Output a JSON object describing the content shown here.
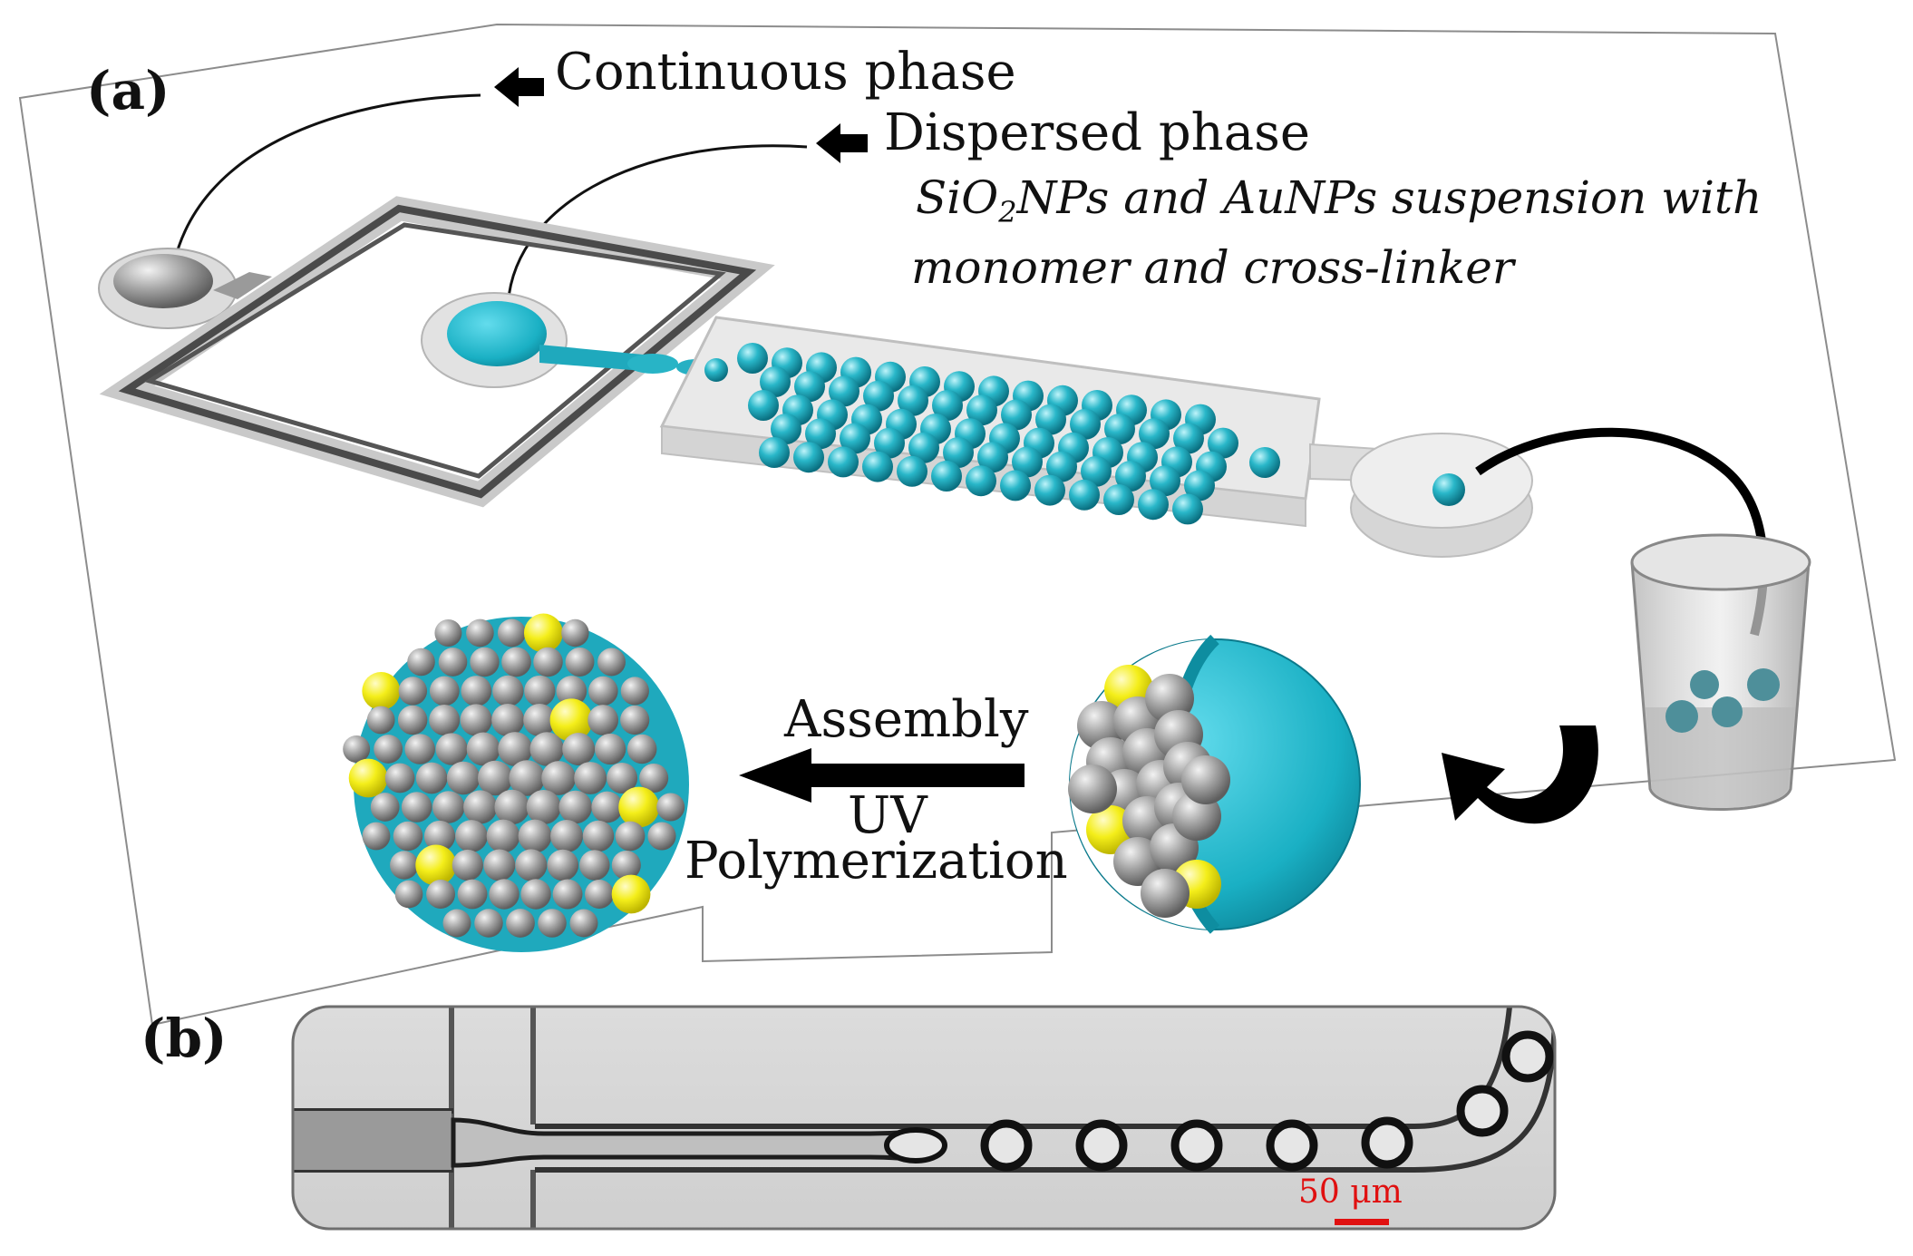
{
  "panel_a": {
    "label": "(a)",
    "continuous_phase": "Continuous phase",
    "dispersed_phase": "Dispersed phase",
    "suspension_line1_pre": "SiO",
    "suspension_line1_sub": "2",
    "suspension_line1_post": "NPs and AuNPs suspension with",
    "suspension_line2": "monomer and cross-linker",
    "assembly": "Assembly",
    "uv": "UV",
    "polymerization": "Polymerization"
  },
  "panel_b": {
    "label": "(b)",
    "scale_bar": "50 μm",
    "scale_color": "#e01010"
  },
  "colors": {
    "droplet": "#1fa9bd",
    "silica": "#9a9a9a",
    "gold": "#f2ec1a",
    "chip": "#d8d8d8",
    "arrow": "#000000"
  },
  "icons": [
    "arrow-left-icon",
    "curved-arrow-icon",
    "beaker-icon"
  ]
}
